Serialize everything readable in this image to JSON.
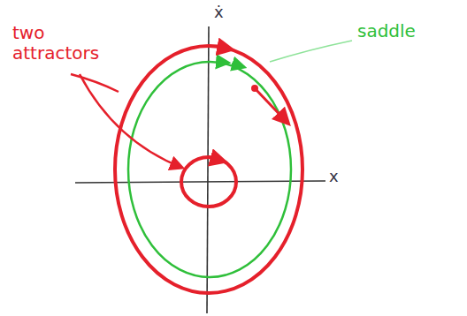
{
  "diagram": {
    "labels": [
      "two attractors",
      "saddle",
      "x",
      "ẋ"
    ]
  }
}
